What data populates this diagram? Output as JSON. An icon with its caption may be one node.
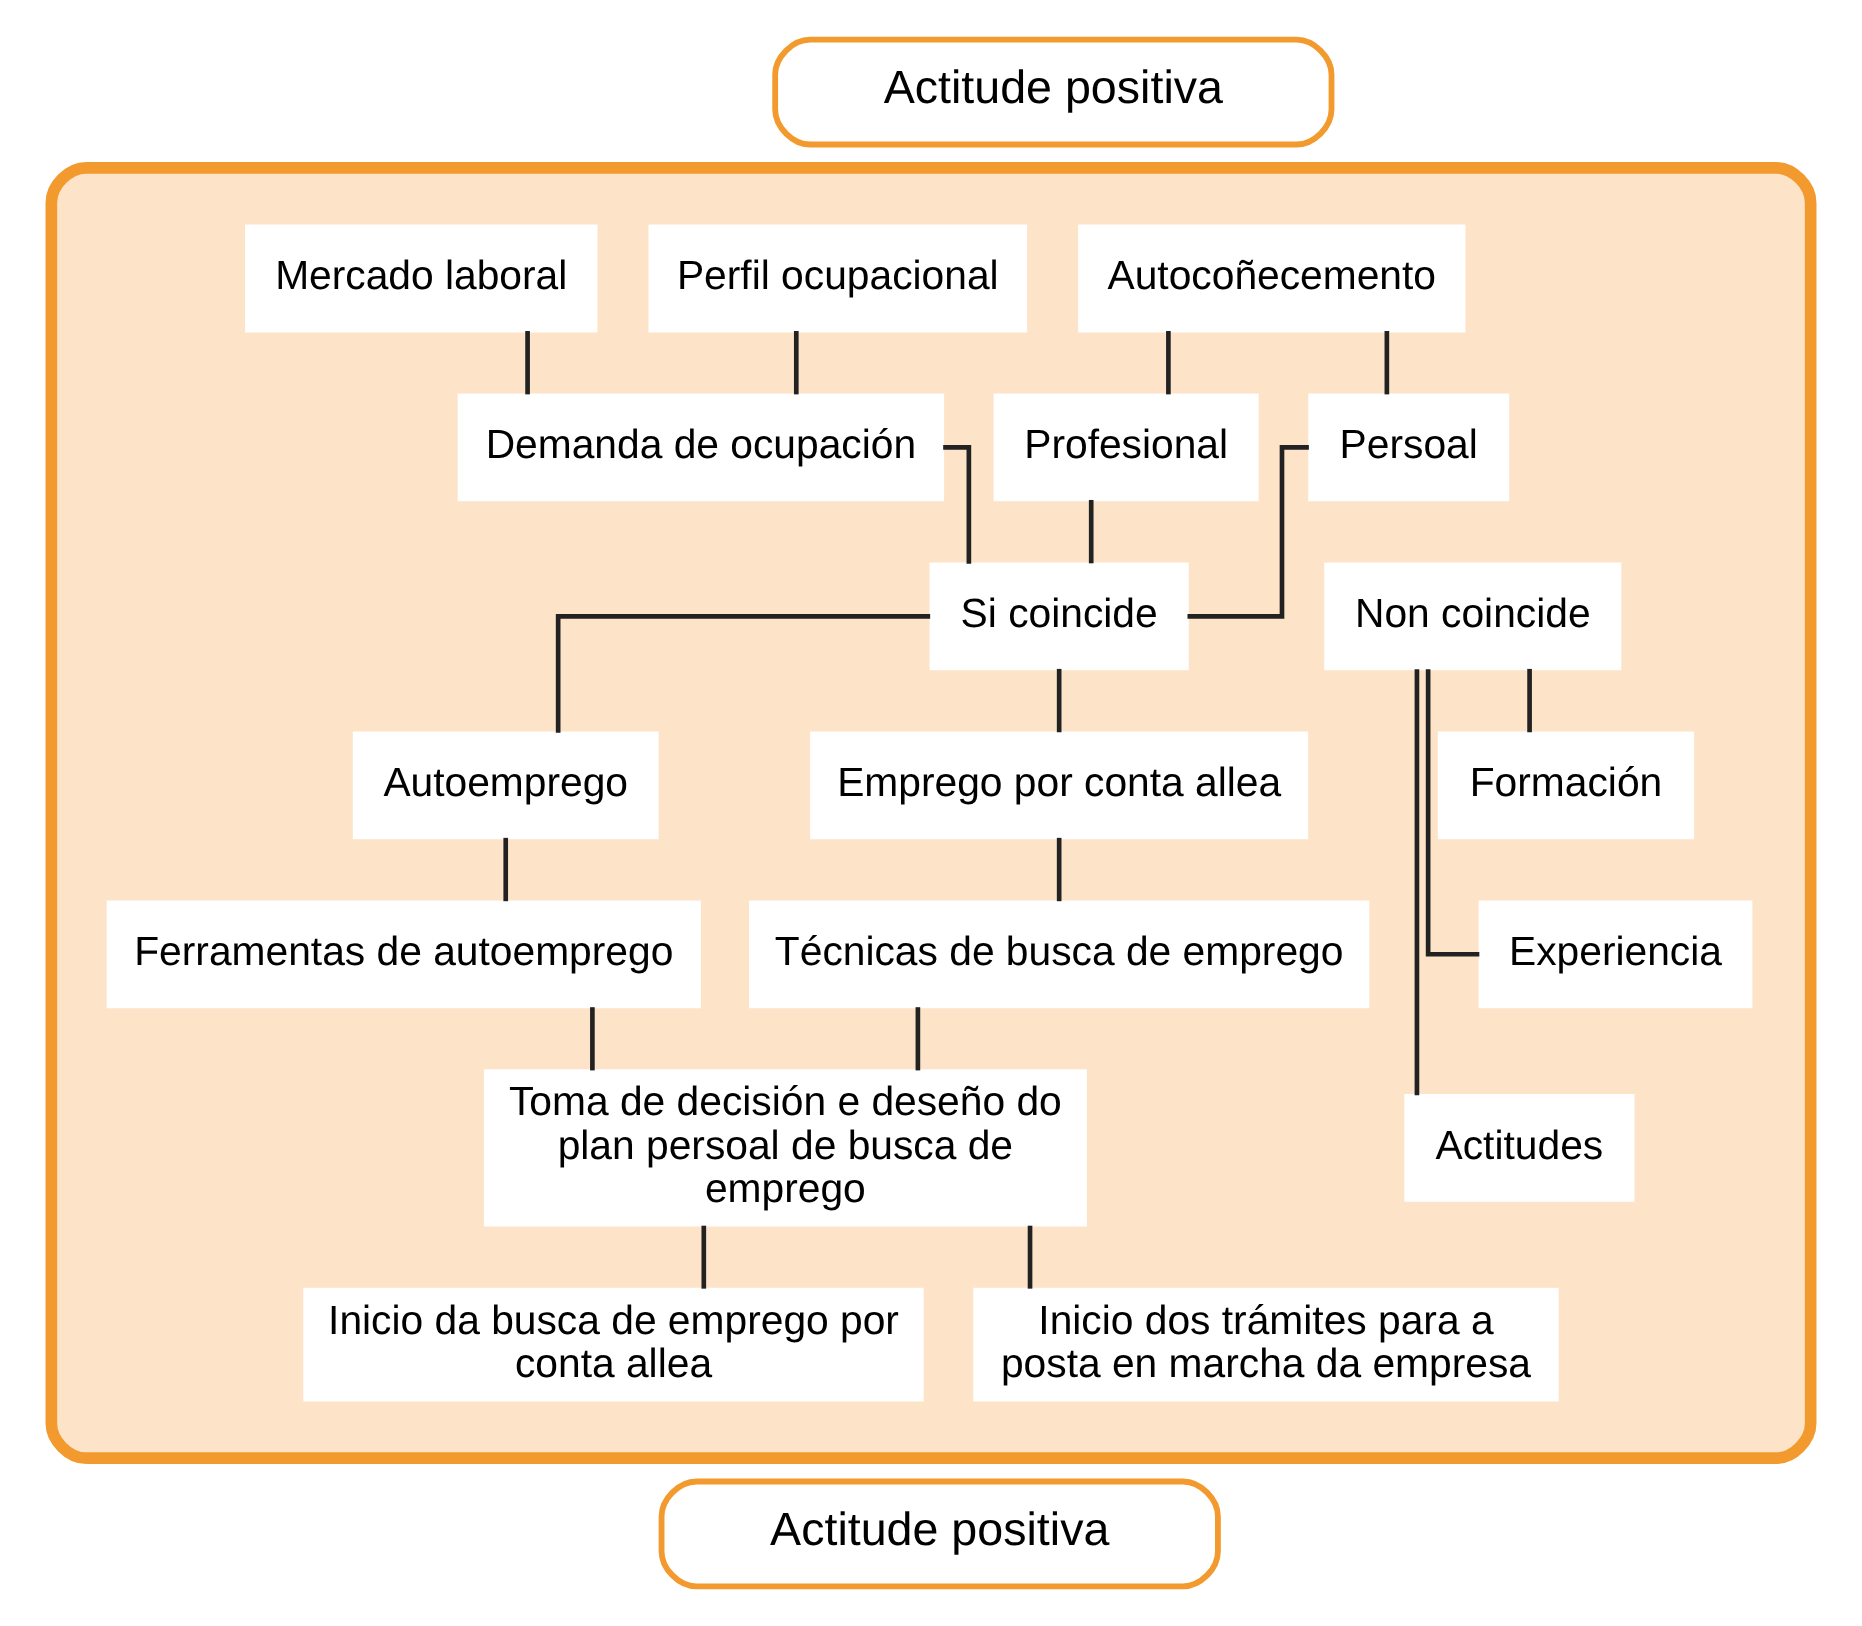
{
  "diagram": {
    "nodes": [
      {
        "text": [],
        "shape": "box"
      },
      {
        "text": [
          "Actitude positiva"
        ]
      },
      {
        "text": [
          "Autocoñecemento"
        ],
        "in": 0
      },
      {
        "text": [
          "Persoal"
        ],
        "in": 0
      },
      {
        "text": [
          "Profesional"
        ],
        "in": 0
      },
      {
        "text": [
          "Perfil ocupacional"
        ],
        "in": 0
      },
      {
        "text": [
          "Mercado laboral"
        ],
        "in": 0
      },
      {
        "text": [
          "Demanda de ocupación"
        ],
        "in": 0
      },
      {
        "text": [
          "Non coincide"
        ],
        "in": 0
      },
      {
        "text": [
          "Si coincide"
        ],
        "in": 0
      },
      {
        "text": [
          "Formación"
        ],
        "in": 0
      },
      {
        "text": [
          "Experiencia"
        ],
        "in": 0
      },
      {
        "text": [
          "Actitudes"
        ],
        "in": 0
      },
      {
        "text": [
          "Emprego por conta allea"
        ],
        "in": 0
      },
      {
        "text": [
          "Autoemprego"
        ],
        "in": 0
      },
      {
        "text": [
          "Técnicas de busca de emprego"
        ],
        "in": 0
      },
      {
        "text": [
          "Ferramentas de autoemprego"
        ],
        "in": 0
      },
      {
        "text": [
          "Toma de decisión e deseño do plan persoal de busca de emprego"
        ],
        "in": 0
      },
      {
        "text": [
          "Inicio da busca de emprego por conta allea"
        ],
        "in": 0
      },
      {
        "text": [
          "Inicio dos trámites para a posta en marcha da empresa"
        ],
        "in": 0
      },
      {
        "text": [
          "Actitude positiva"
        ]
      }
    ],
    "edges": [
      {
        "from": 2,
        "to": 3,
        "arrow": "none"
      },
      {
        "from": 2,
        "to": 4,
        "arrow": "none"
      },
      {
        "from": 5,
        "to": 7,
        "arrow": "none"
      },
      {
        "from": 6,
        "to": 7,
        "arrow": "none"
      },
      {
        "from": 3,
        "to": 9,
        "arrow": "none"
      },
      {
        "from": 4,
        "to": 9,
        "arrow": "none"
      },
      {
        "from": 7,
        "to": 9,
        "arrow": "none"
      },
      {
        "from": 8,
        "to": 10,
        "arrow": "none"
      },
      {
        "from": 8,
        "to": 11,
        "arrow": "none"
      },
      {
        "from": 8,
        "to": 12,
        "arrow": "none"
      },
      {
        "from": 9,
        "to": 13,
        "arrow": "none"
      },
      {
        "from": 9,
        "to": 14,
        "arrow": "none"
      },
      {
        "from": 13,
        "to": 15,
        "arrow": "none"
      },
      {
        "from": 14,
        "to": 16,
        "arrow": "none"
      },
      {
        "from": 15,
        "to": 17,
        "arrow": "none"
      },
      {
        "from": 16,
        "to": 17,
        "arrow": "none"
      },
      {
        "from": 17,
        "to": 18,
        "arrow": "none"
      },
      {
        "from": 17,
        "to": 19,
        "arrow": "none"
      }
    ]
  }
}
